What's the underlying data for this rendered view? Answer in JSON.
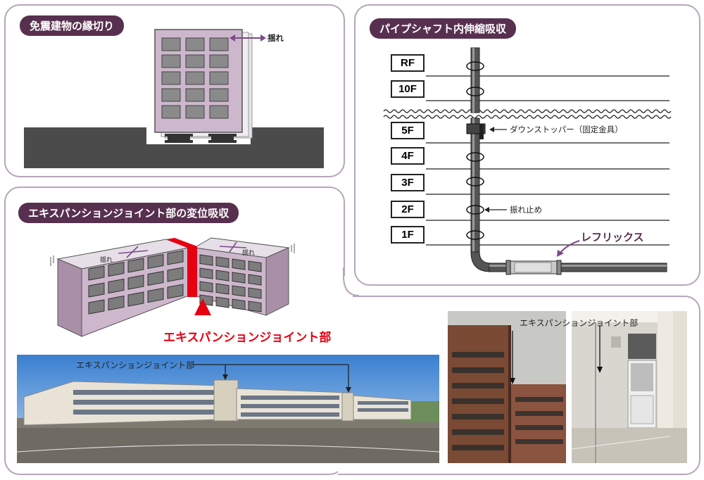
{
  "panel1": {
    "title": "免震建物の縁切り",
    "sway_label": "揺れ"
  },
  "panel2": {
    "title": "パイプシャフト内伸縮吸収",
    "floors": [
      "RF",
      "10F",
      "5F",
      "4F",
      "3F",
      "2F",
      "1F"
    ],
    "down_stopper_label": "ダウンストッパー（固定金具）",
    "sway_stop_label": "振れ止め",
    "reflex_label": "レフリックス"
  },
  "panel3": {
    "title": "エキスパンションジョイント部の変位吸収",
    "sway_left": "揺れ",
    "sway_right": "揺れ",
    "joint_label": "エキスパンションジョイント部",
    "photo1_label": "エキスパンションジョイント部",
    "photo2_label": "エキスパンションジョイント部"
  },
  "colors": {
    "accent": "#58304f",
    "panel_border": "#b7a5bb",
    "building": "#cdb7cc",
    "red": "#e60012",
    "arrow": "#7a4a8a"
  }
}
